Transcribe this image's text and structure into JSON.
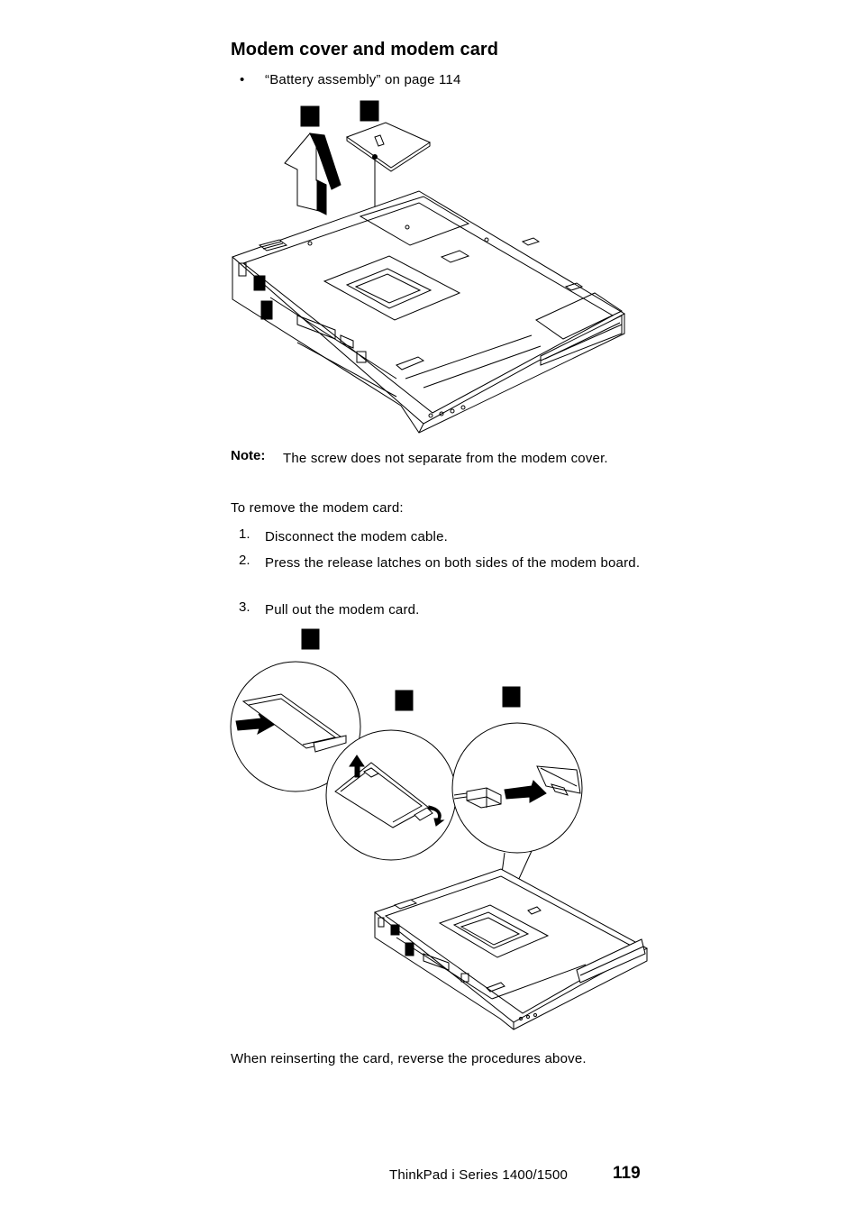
{
  "page": {
    "title": "Modem cover and modem card",
    "prerequisites": [
      {
        "bullet": "•",
        "text": "“Battery assembly” on page  114"
      }
    ],
    "note": {
      "label": "Note:",
      "text": "The screw does not separate from the modem cover."
    },
    "procedure_intro": "To remove the modem card:",
    "steps": [
      {
        "number": "1.",
        "text": "Disconnect the modem cable."
      },
      {
        "number": "2.",
        "text": "Press the release latches on both sides of the modem board."
      },
      {
        "number": "3.",
        "text": "Pull out the modem card."
      }
    ],
    "closing": "When reinserting the card, reverse the procedures above.",
    "footer": {
      "book_title": "ThinkPad i Series 1400/1500",
      "page_number": "119"
    }
  }
}
